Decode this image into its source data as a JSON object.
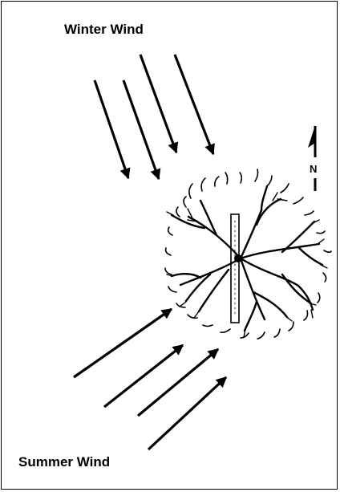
{
  "labels": {
    "winter": "Winter Wind",
    "summer": "Summer Wind",
    "north": "N"
  },
  "colors": {
    "ink": "#000000",
    "background": "#ffffff"
  },
  "icons": [
    "arrow-icon",
    "north-arrow-icon",
    "tree-icon"
  ]
}
